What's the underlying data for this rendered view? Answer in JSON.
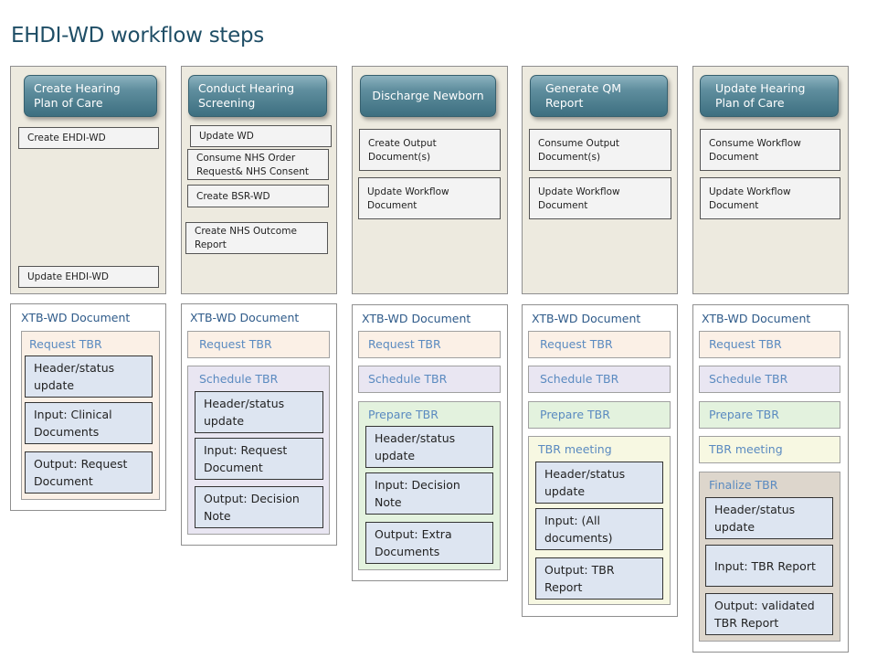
{
  "title": "EHDI-WD workflow steps",
  "columns": [
    {
      "action": "Create Hearing Plan of Care",
      "steps": [
        "Create EHDI-WD",
        "Update EHDI-WD"
      ],
      "doc_title": "XTB-WD Document",
      "sections": [
        {
          "label": "Request TBR",
          "items": [
            "Header/status update",
            "Input: Clinical Documents",
            "Output: Request Document"
          ]
        }
      ]
    },
    {
      "action": "Conduct Hearing Screening",
      "steps": [
        "Update WD",
        "Consume NHS Order Request& NHS Consent",
        "Create BSR-WD",
        "Create NHS Outcome Report"
      ],
      "doc_title": "XTB-WD Document",
      "sections": [
        {
          "label": "Request TBR",
          "items": []
        },
        {
          "label": "Schedule TBR",
          "items": [
            "Header/status update",
            "Input: Request Document",
            "Output: Decision Note"
          ]
        }
      ]
    },
    {
      "action": "Discharge Newborn",
      "steps": [
        "Create Output Document(s)",
        "Update Workflow Document"
      ],
      "doc_title": "XTB-WD Document",
      "sections": [
        {
          "label": "Request TBR",
          "items": []
        },
        {
          "label": "Schedule TBR",
          "items": []
        },
        {
          "label": "Prepare TBR",
          "items": [
            "Header/status update",
            "Input: Decision Note",
            "Output: Extra Documents"
          ]
        }
      ]
    },
    {
      "action": "Generate QM Report",
      "steps": [
        "Consume Output Document(s)",
        "Update Workflow Document"
      ],
      "doc_title": "XTB-WD Document",
      "sections": [
        {
          "label": "Request TBR",
          "items": []
        },
        {
          "label": "Schedule TBR",
          "items": []
        },
        {
          "label": "Prepare TBR",
          "items": []
        },
        {
          "label": "TBR meeting",
          "items": [
            "Header/status update",
            "Input: (All documents)",
            "Output: TBR Report"
          ]
        }
      ]
    },
    {
      "action": "Update Hearing Plan of Care",
      "steps": [
        "Consume Workflow Document",
        "Update Workflow Document"
      ],
      "doc_title": "XTB-WD Document",
      "sections": [
        {
          "label": "Request TBR",
          "items": []
        },
        {
          "label": "Schedule TBR",
          "items": []
        },
        {
          "label": "Prepare TBR",
          "items": []
        },
        {
          "label": "TBR meeting",
          "items": []
        },
        {
          "label": "Finalize TBR",
          "items": [
            "Header/status update",
            "Input: TBR Report",
            "Output: validated TBR Report"
          ]
        }
      ]
    }
  ]
}
